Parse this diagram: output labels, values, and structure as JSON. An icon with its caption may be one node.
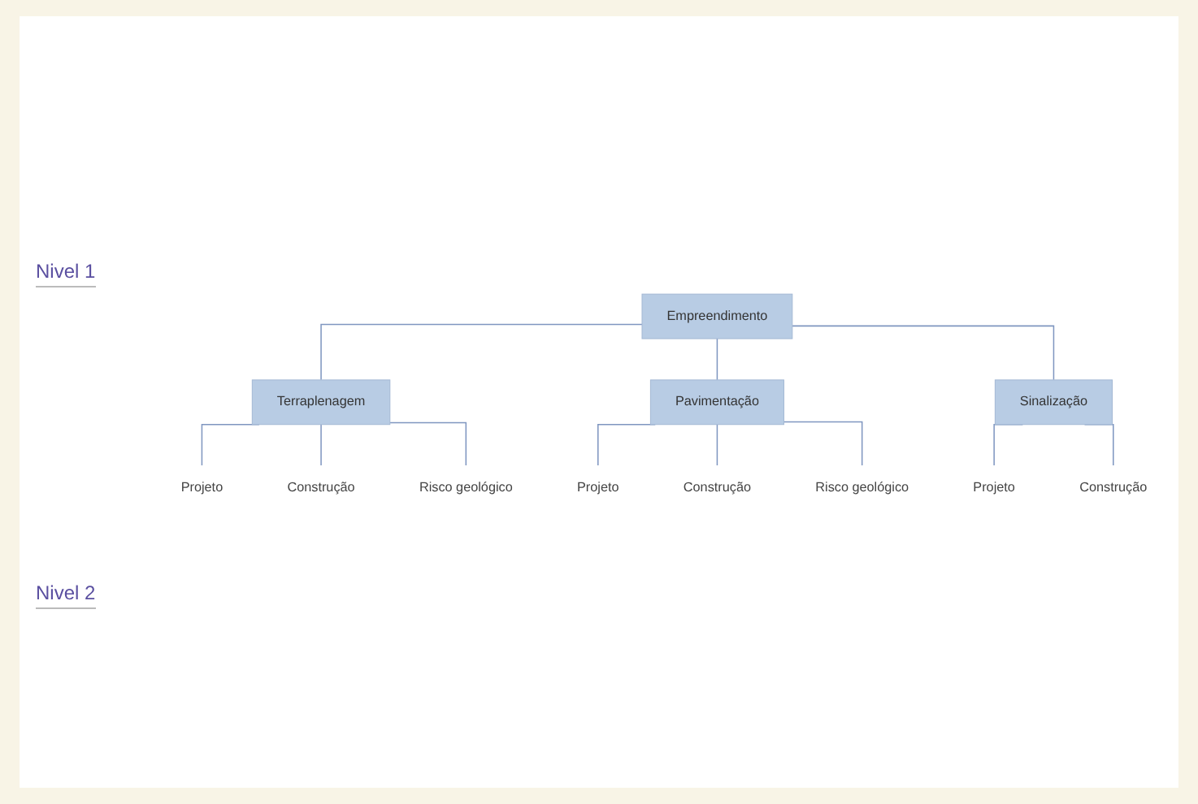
{
  "diagram": {
    "nodes": [
      {
        "text": [
          "Empreendimento"
        ]
      },
      {
        "text": [
          "Terraplenagem"
        ]
      },
      {
        "text": [
          "Pavimentação"
        ]
      },
      {
        "text": [
          "Sinalização"
        ]
      },
      {
        "text": [
          "Projeto"
        ]
      },
      {
        "text": [
          "Construção"
        ]
      },
      {
        "text": [
          "Risco geológico"
        ]
      },
      {
        "text": [
          "Projeto"
        ]
      },
      {
        "text": [
          "Construção"
        ]
      },
      {
        "text": [
          "Risco geológico"
        ]
      },
      {
        "text": [
          "Projeto"
        ]
      },
      {
        "text": [
          "Construção"
        ]
      }
    ],
    "edges": [
      {
        "from": 0,
        "to": 1,
        "arrow": "none"
      },
      {
        "from": 0,
        "to": 2,
        "arrow": "none"
      },
      {
        "from": 0,
        "to": 3,
        "arrow": "none"
      },
      {
        "from": 1,
        "to": 4,
        "arrow": "none"
      },
      {
        "from": 1,
        "to": 5,
        "arrow": "none"
      },
      {
        "from": 1,
        "to": 6,
        "arrow": "none"
      },
      {
        "from": 2,
        "to": 7,
        "arrow": "none"
      },
      {
        "from": 2,
        "to": 8,
        "arrow": "none"
      },
      {
        "from": 2,
        "to": 9,
        "arrow": "none"
      },
      {
        "from": 3,
        "to": 10,
        "arrow": "none"
      },
      {
        "from": 3,
        "to": 11,
        "arrow": "none"
      }
    ],
    "labels": [
      "Nivel 1",
      "Nivel 2"
    ]
  }
}
